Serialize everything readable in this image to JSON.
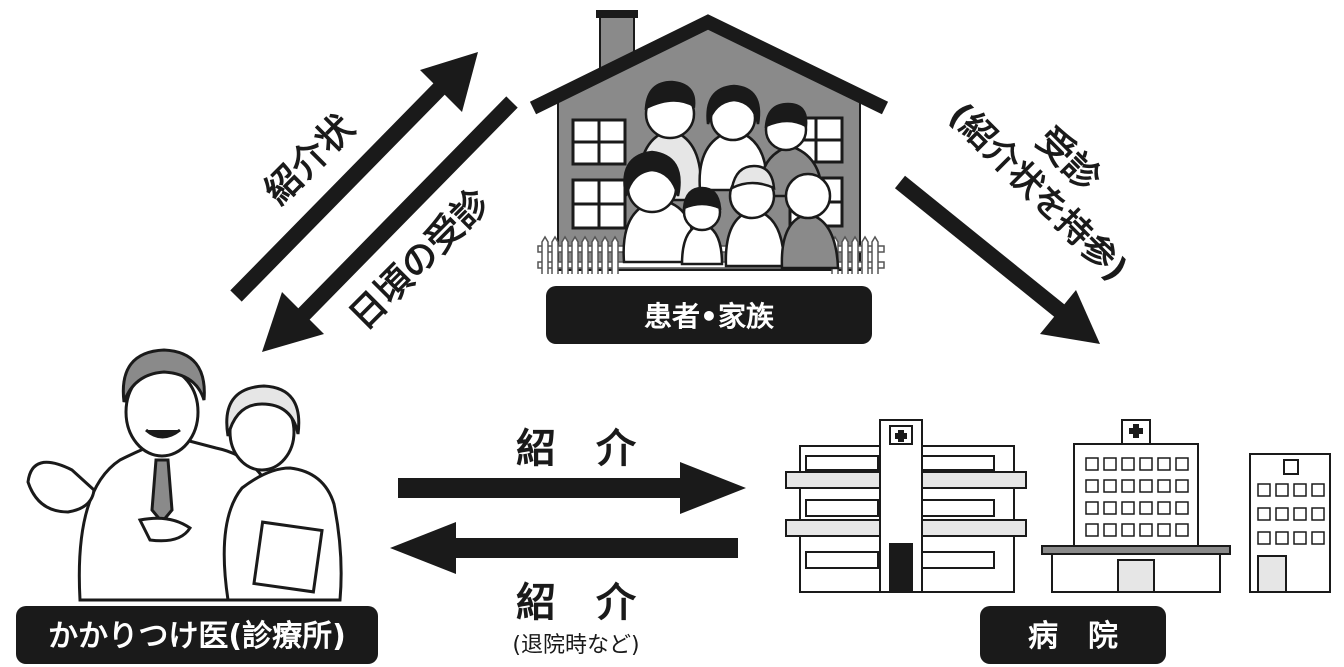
{
  "labels": {
    "family": "患者•家族",
    "doctor": "かかりつけ医(診療所)",
    "hospital": "病　院",
    "arrow_up_left": "紹介状",
    "arrow_down_left": "日頃の受診",
    "arrow_right_line1": "受診",
    "arrow_right_line2": "(紹介状を持参)",
    "referral_top": "紹　介",
    "referral_bottom": "紹　介",
    "referral_bottom_note": "(退院時など)"
  },
  "colors": {
    "ink": "#1a1a1a",
    "gray_fill": "#8a8a8a",
    "light_fill": "#e6e6e6",
    "pill": "#1a1a1a",
    "pill_text": "#ffffff"
  },
  "icons": [
    "house-illustration",
    "doctor-nurse-illustration",
    "hospital-buildings-illustration"
  ]
}
